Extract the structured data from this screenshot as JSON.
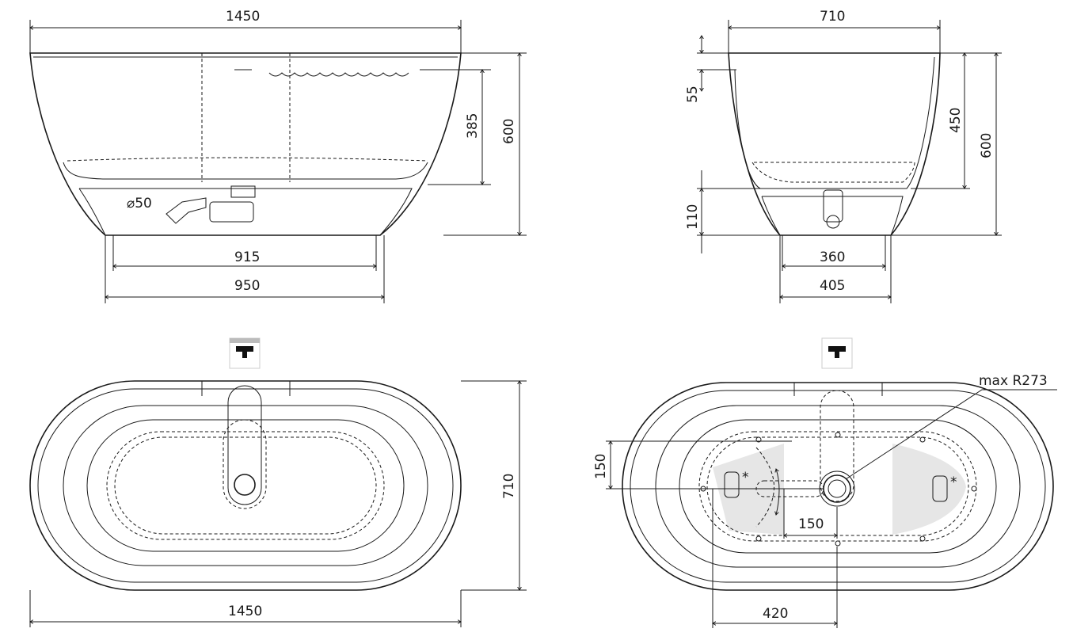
{
  "front_view": {
    "width_top": "1450",
    "height": "600",
    "water_depth": "385",
    "base_inner": "915",
    "base_outer": "950",
    "drain": "⌀50"
  },
  "side_view": {
    "width_top": "710",
    "rim": "55",
    "depth": "450",
    "height": "600",
    "base_height": "110",
    "base_inner": "360",
    "base_outer": "405"
  },
  "top_view": {
    "width": "1450",
    "depth": "710",
    "faucet_icon": "faucet-icon"
  },
  "floor_plan": {
    "radius": "max R273",
    "offset_y": "150",
    "offset_x": "150",
    "distance": "420",
    "note_mark": "*",
    "faucet_icon": "faucet-icon"
  }
}
